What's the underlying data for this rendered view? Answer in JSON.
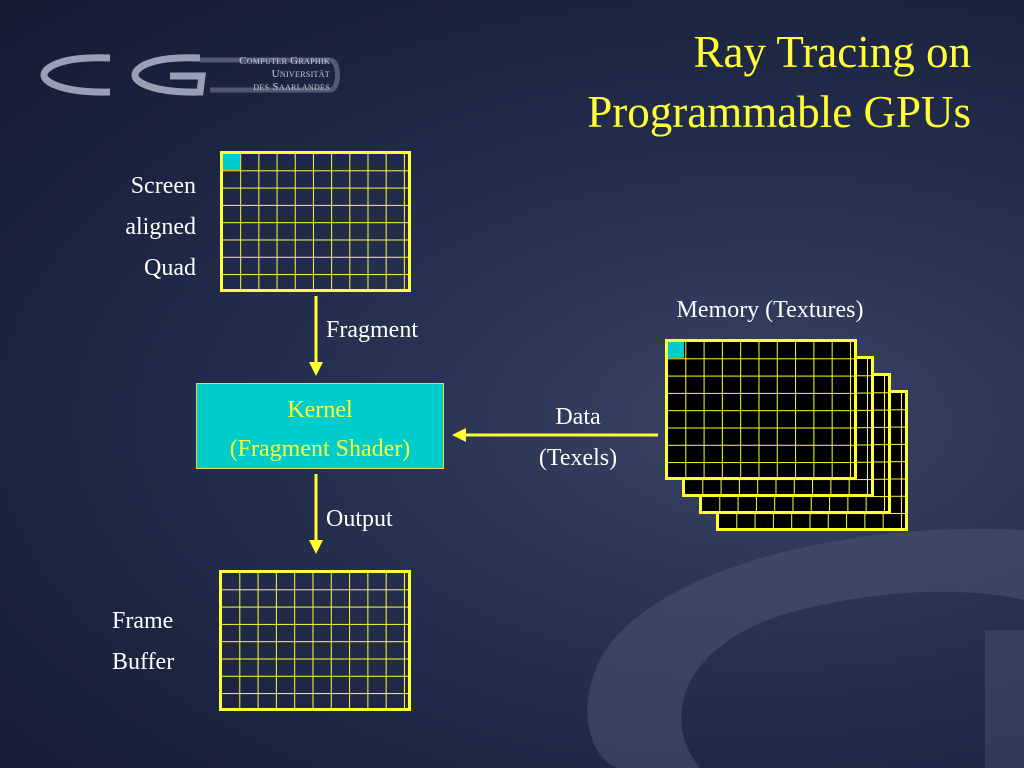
{
  "slide": {
    "title_line1": "Ray Tracing on",
    "title_line2": "Programmable GPUs"
  },
  "logo": {
    "mark": "CG",
    "line1": "Computer Graphik",
    "line2": "Universität",
    "line3": "des Saarlandes"
  },
  "diagram": {
    "screen_label": [
      "Screen",
      "aligned",
      "Quad"
    ],
    "fragment_label": "Fragment",
    "kernel_line1": "Kernel",
    "kernel_line2": "(Fragment Shader)",
    "output_label": "Output",
    "framebuffer_label": [
      "Frame",
      "Buffer"
    ],
    "memory_label": "Memory (Textures)",
    "data_line1": "Data",
    "data_line2": "(Texels)"
  },
  "colors": {
    "accent_yellow": "#ffff33",
    "kernel_cyan": "#00cccc",
    "background": "#1b2440"
  }
}
